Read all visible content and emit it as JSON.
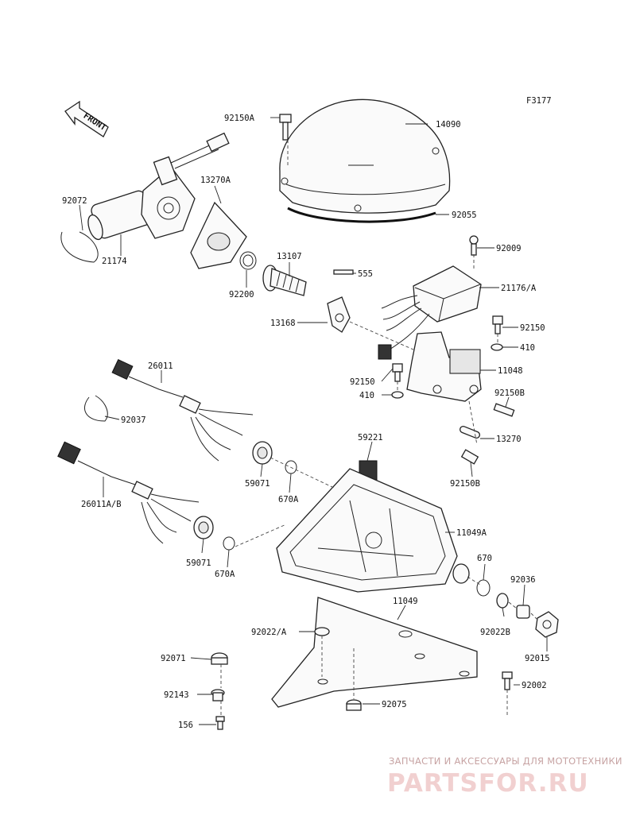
{
  "diagram_code": "F3177",
  "direction_label": "FRONT",
  "part_labels": [
    "92150A",
    "14090",
    "92055",
    "13270A",
    "92072",
    "21174",
    "13107",
    "555",
    "92200",
    "92009",
    "21176/A",
    "13168",
    "92150",
    "410",
    "11048",
    "92150",
    "410",
    "92150B",
    "26011",
    "92037",
    "13270",
    "59221",
    "92150B",
    "59071",
    "670A",
    "26011A/B",
    "11049A",
    "670",
    "59071",
    "670A",
    "92036",
    "11049",
    "92022/A",
    "92022B",
    "92015",
    "92071",
    "92002",
    "92143",
    "92075",
    "156"
  ],
  "watermark": {
    "tagline": "ЗАПЧАСТИ И АКСЕССУАРЫ ДЛЯ МОТОТЕХНИКИ",
    "logo": "PARTSFOR.RU"
  }
}
